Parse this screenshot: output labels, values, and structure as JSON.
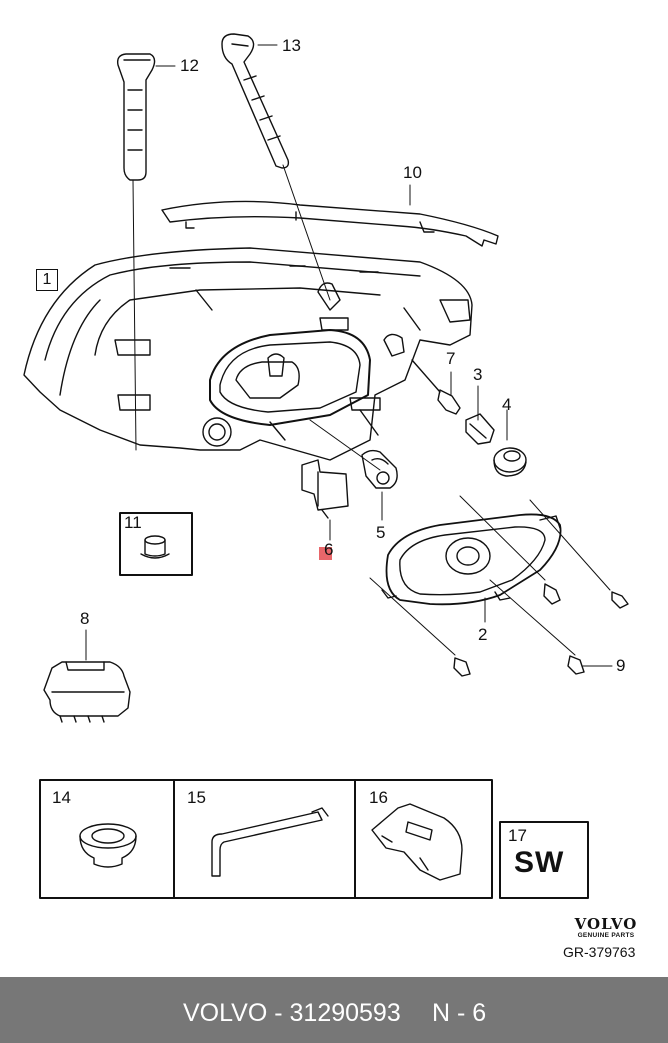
{
  "callouts": {
    "c1": "1",
    "c2": "2",
    "c3": "3",
    "c4": "4",
    "c5": "5",
    "c6": "6",
    "c7": "7",
    "c8": "8",
    "c9": "9",
    "c10": "10",
    "c11": "11",
    "c12": "12",
    "c13": "13"
  },
  "boxes": {
    "b14": "14",
    "b15": "15",
    "b16": "16",
    "b17": "17",
    "sw": "SW"
  },
  "branding": {
    "logo": "VOLVO",
    "tagline": "GENUINE PARTS",
    "ref": "GR-379763"
  },
  "footer": {
    "part_number": "VOLVO - 31290593",
    "page": "N - 6",
    "background": "#777777",
    "text_color": "#ffffff"
  },
  "colors": {
    "highlight": "#e8666a",
    "line": "#111111"
  }
}
